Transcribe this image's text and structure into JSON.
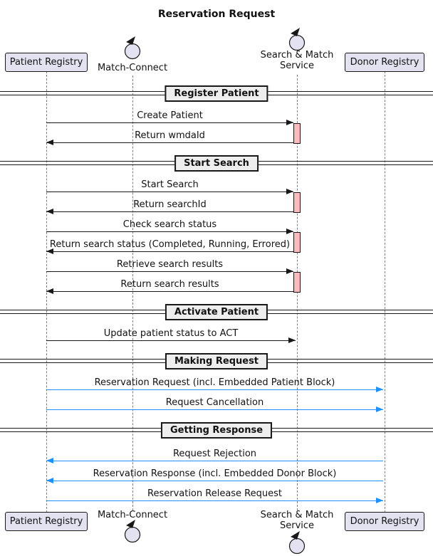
{
  "title": "Reservation Request",
  "participants": {
    "patient_registry": {
      "label": "Patient Registry",
      "type": "participant"
    },
    "match_connect": {
      "label": "Match-Connect",
      "type": "control"
    },
    "search_match": {
      "label_line1": "Search & Match",
      "label_line2": "Service",
      "type": "control"
    },
    "donor_registry": {
      "label": "Donor Registry",
      "type": "participant"
    }
  },
  "dividers": [
    {
      "label": "Register Patient"
    },
    {
      "label": "Start Search"
    },
    {
      "label": "Activate Patient"
    },
    {
      "label": "Making Request"
    },
    {
      "label": "Getting Response"
    }
  ],
  "messages": [
    {
      "label": "Create Patient",
      "from": "Patient Registry",
      "to": "Search & Match Service",
      "direction": "right",
      "color": "black"
    },
    {
      "label": "Return wmdaId",
      "from": "Search & Match Service",
      "to": "Patient Registry",
      "direction": "left",
      "color": "black"
    },
    {
      "label": "Start Search",
      "from": "Patient Registry",
      "to": "Search & Match Service",
      "direction": "right",
      "color": "black"
    },
    {
      "label": "Return searchId",
      "from": "Search & Match Service",
      "to": "Patient Registry",
      "direction": "left",
      "color": "black"
    },
    {
      "label": "Check search status",
      "from": "Patient Registry",
      "to": "Search & Match Service",
      "direction": "right",
      "color": "black"
    },
    {
      "label": "Return search status (Completed, Running, Errored)",
      "from": "Search & Match Service",
      "to": "Patient Registry",
      "direction": "left",
      "color": "black"
    },
    {
      "label": "Retrieve search results",
      "from": "Patient Registry",
      "to": "Search & Match Service",
      "direction": "right",
      "color": "black"
    },
    {
      "label": "Return search results",
      "from": "Search & Match Service",
      "to": "Patient Registry",
      "direction": "left",
      "color": "black"
    },
    {
      "label": "Update patient status to ACT",
      "from": "Patient Registry",
      "to": "Search & Match Service",
      "direction": "right",
      "color": "black"
    },
    {
      "label": "Reservation Request (incl. Embedded Patient Block)",
      "from": "Patient Registry",
      "to": "Donor Registry",
      "direction": "right",
      "color": "blue"
    },
    {
      "label": "Request Cancellation",
      "from": "Patient Registry",
      "to": "Donor Registry",
      "direction": "right",
      "color": "blue"
    },
    {
      "label": "Request Rejection",
      "from": "Donor Registry",
      "to": "Patient Registry",
      "direction": "left",
      "color": "blue"
    },
    {
      "label": "Reservation Response (incl. Embedded Donor Block)",
      "from": "Donor Registry",
      "to": "Patient Registry",
      "direction": "left",
      "color": "blue"
    },
    {
      "label": "Reservation Release Request",
      "from": "Patient Registry",
      "to": "Donor Registry",
      "direction": "right",
      "color": "blue"
    }
  ],
  "colors": {
    "participant_fill": "#E2E2F0",
    "divider_fill": "#EEEEEE",
    "activation_fill": "#FFBBBB",
    "line_black": "#181818",
    "line_blue": "#1E90FF",
    "lifeline_gray": "#808080"
  }
}
